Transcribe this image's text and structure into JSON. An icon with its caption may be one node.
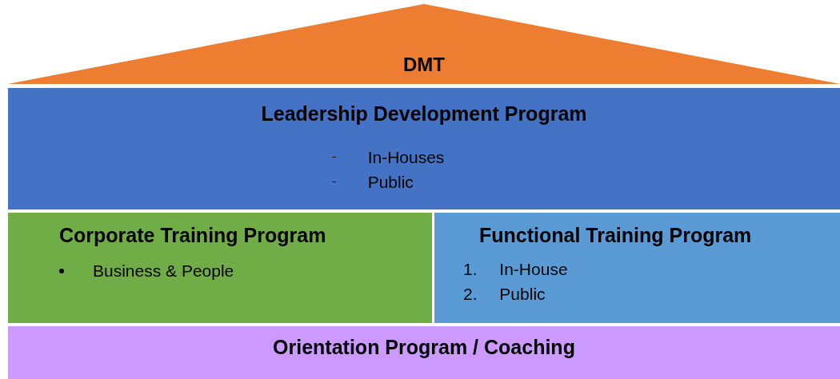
{
  "diagram": {
    "nodes": [
      {
        "text": [
          "DMT"
        ]
      },
      {
        "text": [
          "Leadership Development Program",
          "In-Houses",
          "Public"
        ]
      },
      {
        "text": [
          "Corporate Training Program",
          "Business & People"
        ]
      },
      {
        "text": [
          "Functional Training Program",
          "1. In-House",
          "2. Public"
        ]
      },
      {
        "text": [
          "Orientation Program / Coaching"
        ]
      }
    ]
  }
}
